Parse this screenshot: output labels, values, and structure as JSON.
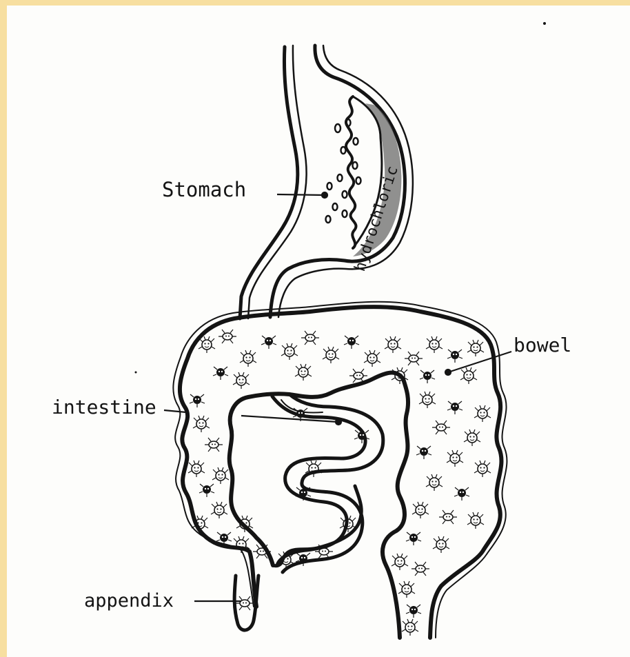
{
  "diagram": {
    "labels": {
      "stomach": "Stomach",
      "hydrochloric": "hydrochloric",
      "bowel": "bowel",
      "intestine": "intestine",
      "appendix": "appendix"
    },
    "colors": {
      "frame": "#f7dfa0",
      "paper": "#fdfdfb",
      "ink": "#141414",
      "acid_shading": "#6b6b6b"
    }
  }
}
